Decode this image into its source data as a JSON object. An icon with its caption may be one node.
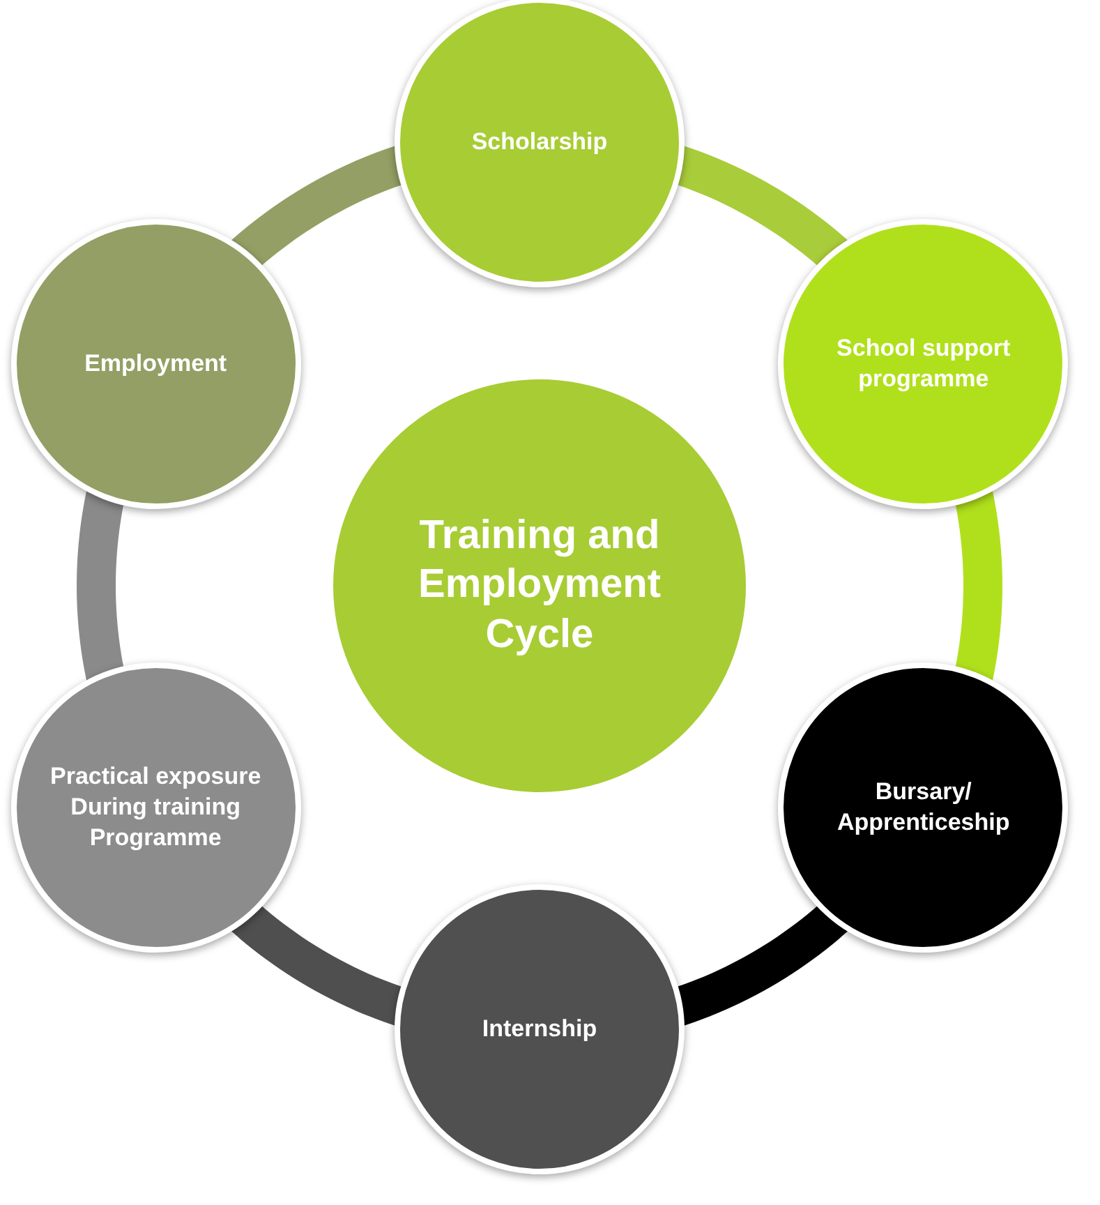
{
  "diagram": {
    "nodes": [
      {
        "text": [
          "Scholarship"
        ]
      },
      {
        "text": [
          "School support programme"
        ]
      },
      {
        "text": [
          "Bursary/ Apprenticeship"
        ]
      },
      {
        "text": [
          "Internship"
        ]
      },
      {
        "text": [
          "Practical exposure During training Programme"
        ]
      },
      {
        "text": [
          "Employment"
        ]
      },
      {
        "text": [
          "Training and Employment Cycle"
        ]
      }
    ],
    "edges": [
      {
        "from": 0,
        "to": 1,
        "arrow": "none",
        "color": "#a9cc3a"
      },
      {
        "from": 1,
        "to": 2,
        "arrow": "none",
        "color": "#b0e01c"
      },
      {
        "from": 2,
        "to": 3,
        "arrow": "none",
        "color": "#000000"
      },
      {
        "from": 3,
        "to": 4,
        "arrow": "none",
        "color": "#4f4f4f"
      },
      {
        "from": 4,
        "to": 5,
        "arrow": "none",
        "color": "#8a8a8a"
      },
      {
        "from": 5,
        "to": 0,
        "arrow": "none",
        "color": "#939f64"
      }
    ]
  }
}
